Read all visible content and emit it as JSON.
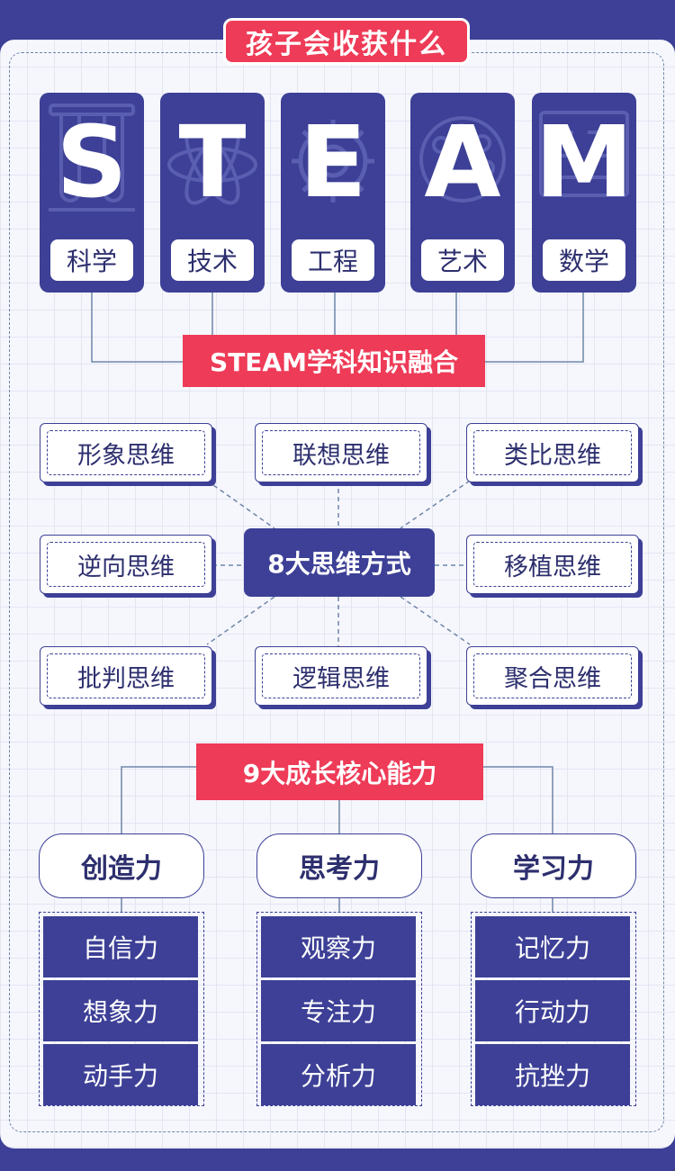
{
  "title": "孩子会收获什么",
  "steam": {
    "cards": [
      {
        "letter": "S",
        "label": "科学",
        "icon": "test-tubes-icon"
      },
      {
        "letter": "T",
        "label": "技术",
        "icon": "atom-icon"
      },
      {
        "letter": "E",
        "label": "工程",
        "icon": "gear-icon"
      },
      {
        "letter": "A",
        "label": "艺术",
        "icon": "palette-icon"
      },
      {
        "letter": "M",
        "label": "数学",
        "icon": "formula-board-icon"
      }
    ],
    "banner": "STEAM学科知识融合"
  },
  "thinking": {
    "center": "8大思维方式",
    "modes": [
      "形象思维",
      "联想思维",
      "类比思维",
      "逆向思维",
      "移植思维",
      "批判思维",
      "逻辑思维",
      "聚合思维"
    ]
  },
  "abilities": {
    "banner": "9大成长核心能力",
    "groups": [
      {
        "name": "创造力",
        "items": [
          "自信力",
          "想象力",
          "动手力"
        ]
      },
      {
        "name": "思考力",
        "items": [
          "观察力",
          "专注力",
          "分析力"
        ]
      },
      {
        "name": "学习力",
        "items": [
          "记忆力",
          "行动力",
          "抗挫力"
        ]
      }
    ]
  },
  "colors": {
    "navy": "#3d4096",
    "red": "#ee3b57",
    "panel": "#f6f7fd",
    "line": "#6e86a8"
  }
}
